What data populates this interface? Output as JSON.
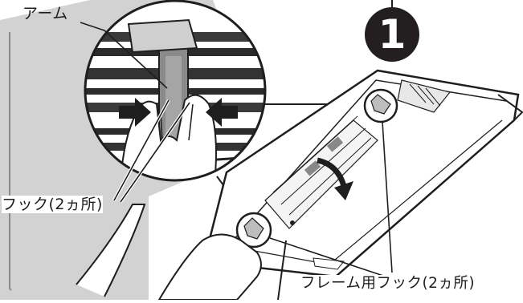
{
  "labels": {
    "arm": "アーム",
    "hook": "フック(2ヵ所)",
    "frame_hook": "フレーム用フック(2ヵ所)"
  },
  "step": {
    "number": "1"
  },
  "colors": {
    "line": "#1e1e1e",
    "wall": "#cfcfcf",
    "badge": "#231f20",
    "arrow": "#1e1e1e"
  }
}
